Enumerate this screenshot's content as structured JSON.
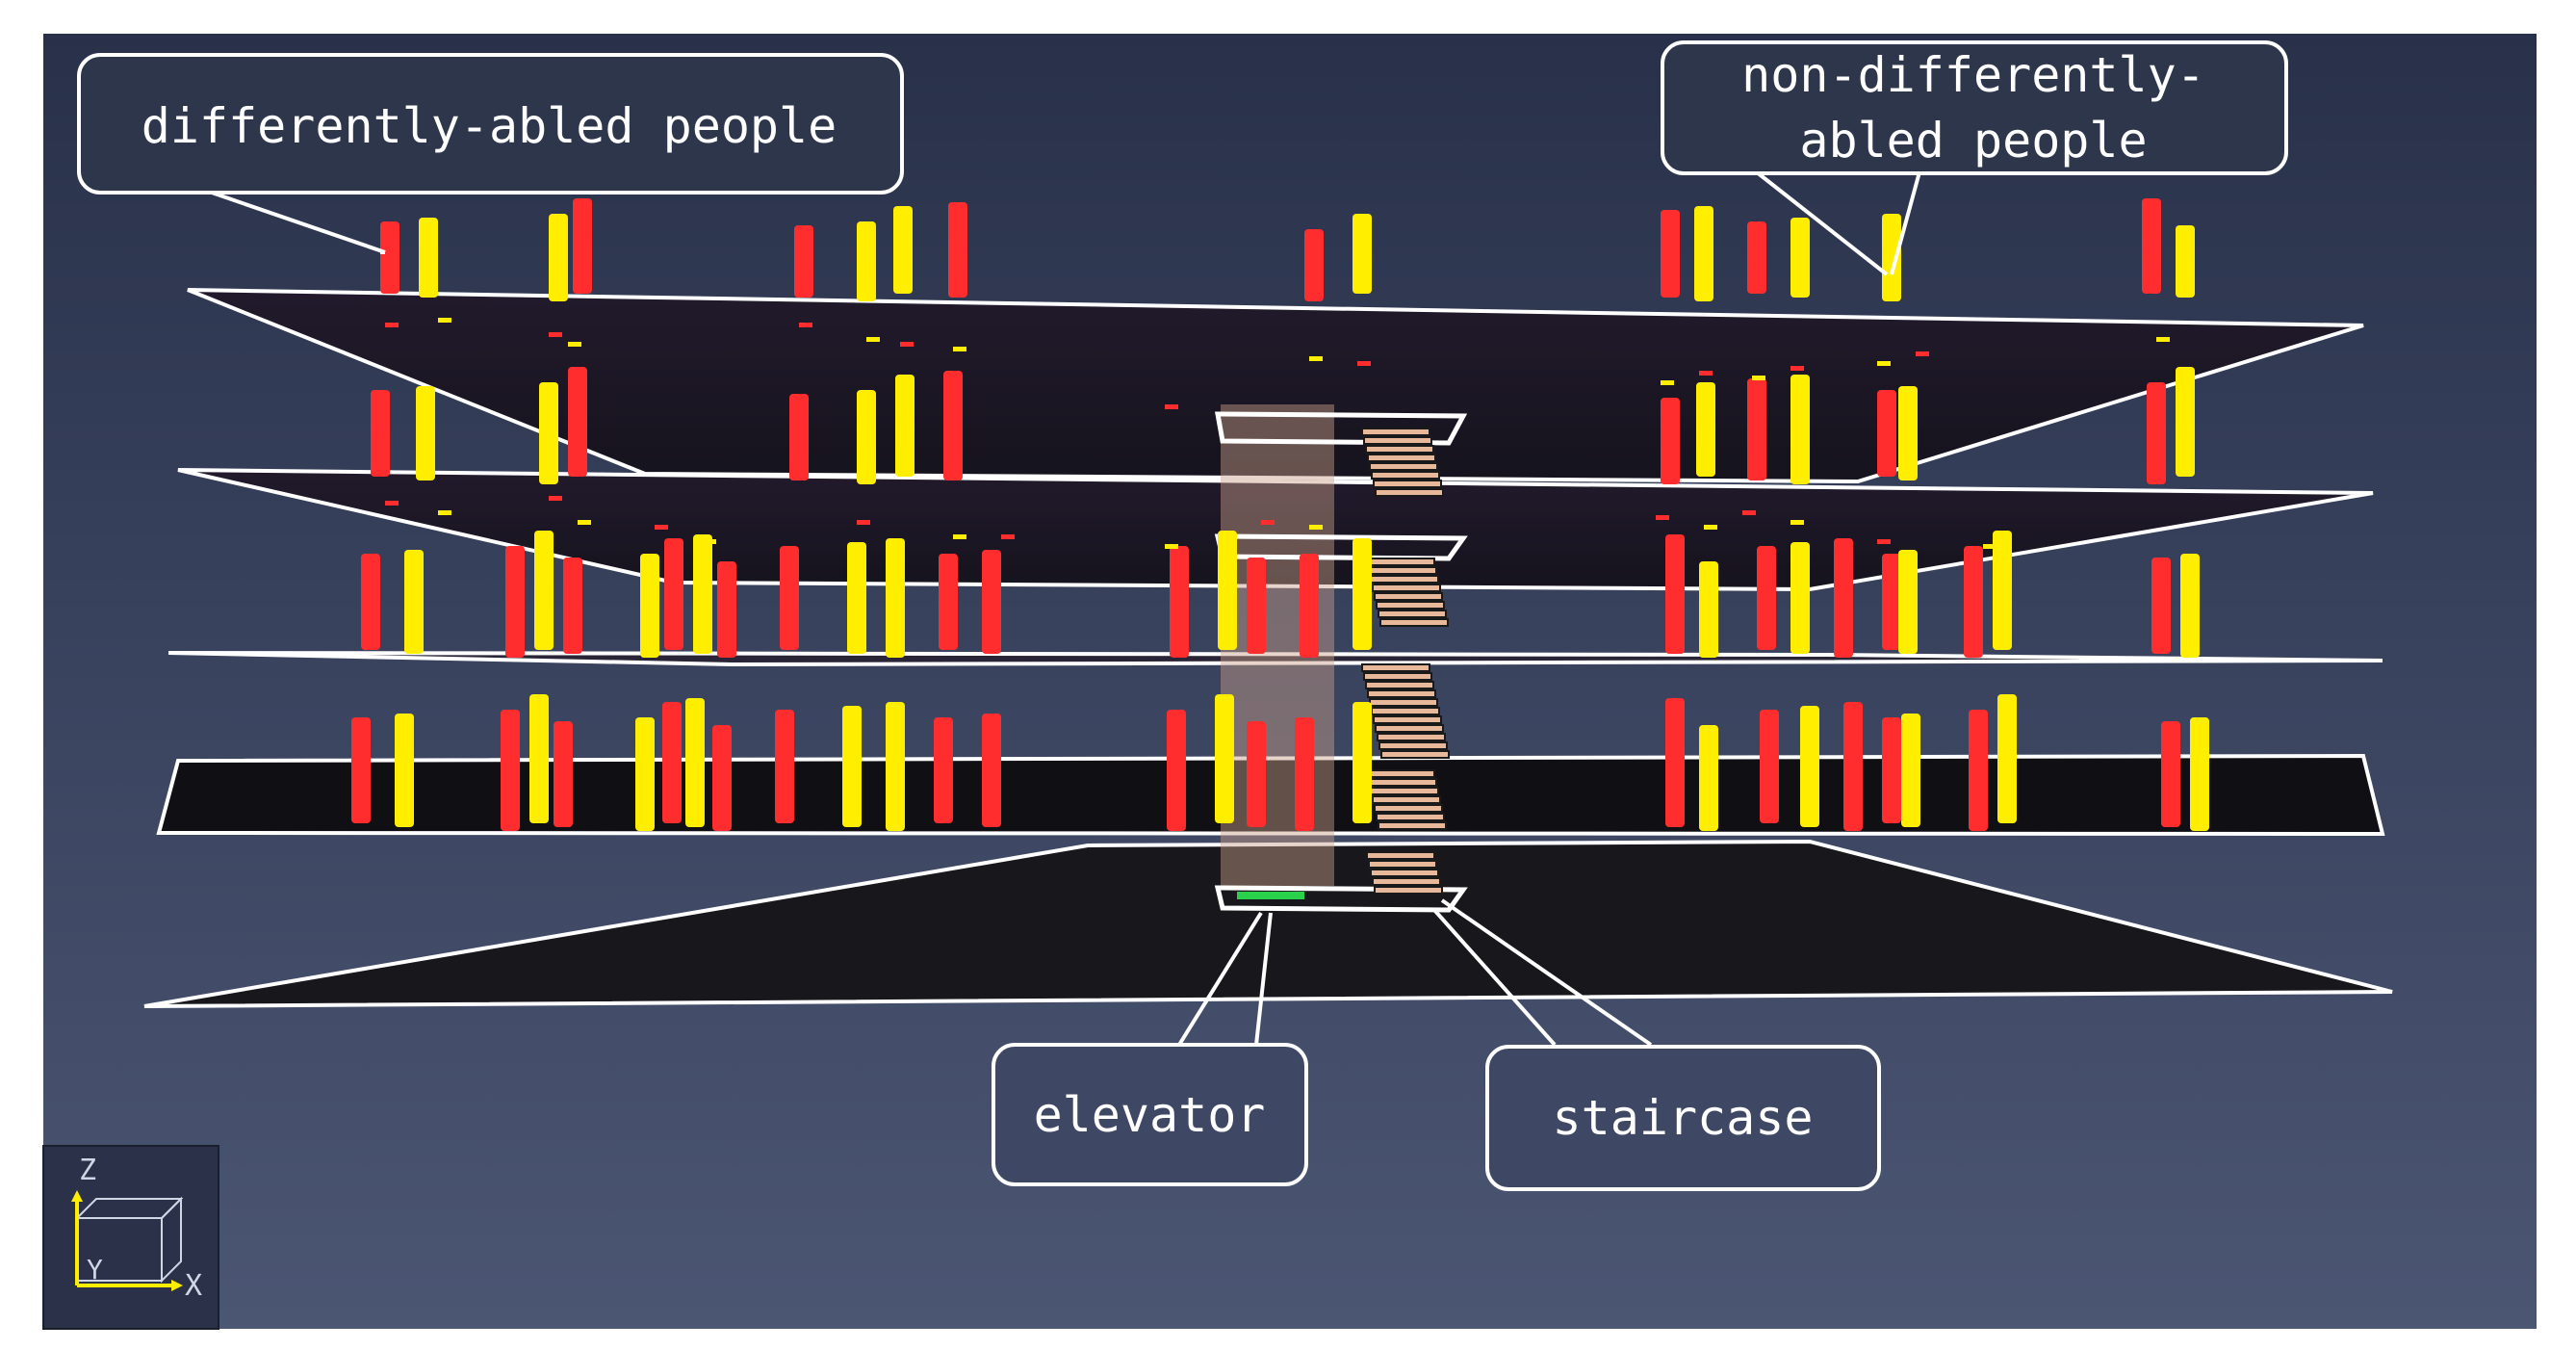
{
  "callouts": {
    "differently_abled": "differently-abled people",
    "non_differently_abled_line1": "non-differently-",
    "non_differently_abled_line2": "abled people",
    "elevator": "elevator",
    "staircase": "staircase"
  },
  "axes": {
    "z": "Z",
    "y": "Y",
    "x": "X"
  },
  "colors": {
    "background_top": "#2b3348",
    "background_bottom": "#4a5470",
    "floor_fill": "#1c1b27",
    "outline": "#ffffff",
    "differently_abled": "#ff2d2d",
    "non_differently_abled": "#ffee00",
    "elevator_shaft": "#c9a08a",
    "staircase": "#e8b89a"
  }
}
